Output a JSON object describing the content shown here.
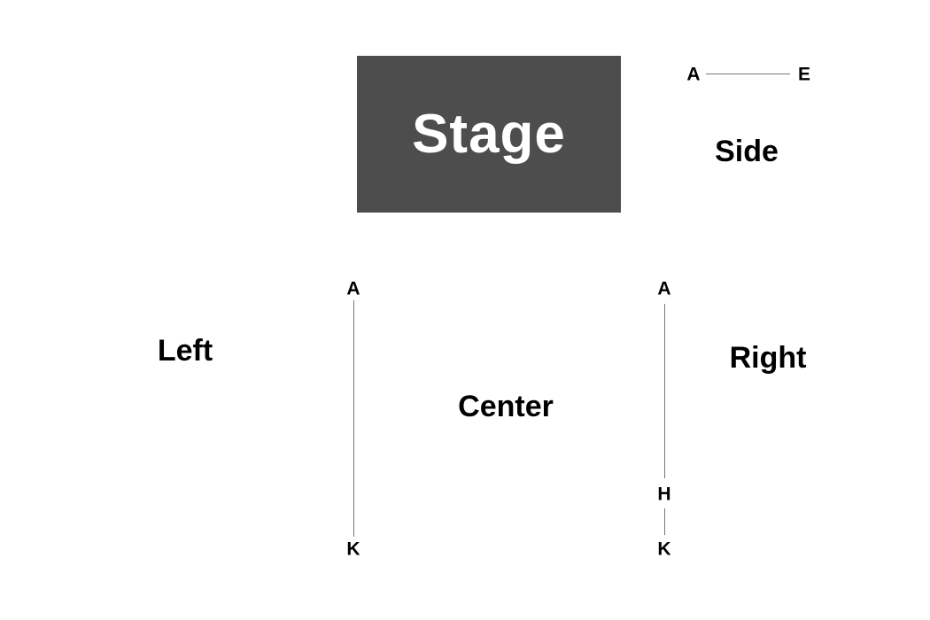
{
  "colors": {
    "stage_fill": "#4d4d4d",
    "stage_text": "#ffffff",
    "text": "#000000",
    "row_line": "#777777",
    "background": "#ffffff"
  },
  "stage": {
    "label": "Stage"
  },
  "sections": {
    "side": {
      "label": "Side",
      "rows": {
        "first": "A",
        "last": "E"
      }
    },
    "left": {
      "label": "Left"
    },
    "center": {
      "label": "Center",
      "rows": {
        "first": "A",
        "last": "K"
      }
    },
    "right": {
      "label": "Right",
      "rows": {
        "first": "A",
        "middle": "H",
        "last": "K"
      }
    }
  }
}
